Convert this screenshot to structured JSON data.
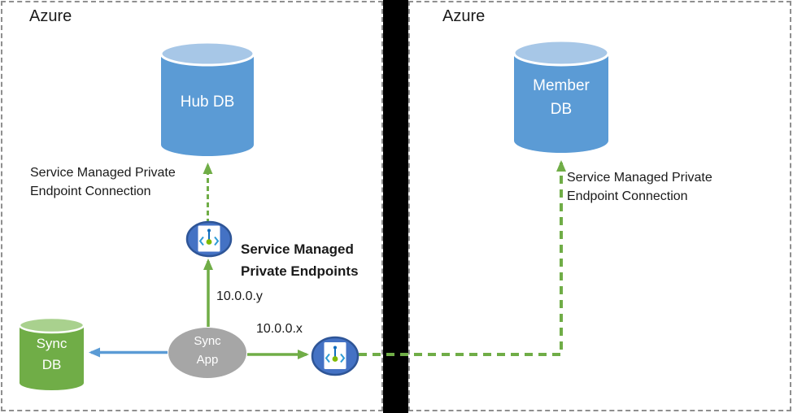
{
  "diagram": {
    "regions": {
      "left": {
        "label": "Azure"
      },
      "right": {
        "label": "Azure"
      }
    },
    "nodes": {
      "hub_db": {
        "label": "Hub DB",
        "type": "database"
      },
      "member_db": {
        "label": "Member\nDB",
        "type": "database"
      },
      "sync_db": {
        "label": "Sync\nDB",
        "type": "database"
      },
      "sync_app": {
        "label": "Sync\nApp",
        "type": "application"
      },
      "private_endpoint_hub": {
        "icon": "private-endpoint-icon"
      },
      "private_endpoint_member": {
        "icon": "private-endpoint-icon"
      }
    },
    "labels": {
      "connection_left": "Service Managed Private\nEndpoint Connection",
      "connection_right": "Service Managed Private\nEndpoint Connection",
      "endpoints_title": "Service Managed\nPrivate Endpoints",
      "ip_y": "10.0.0.y",
      "ip_x": "10.0.0.x"
    },
    "colors": {
      "db_blue": "#5B9BD5",
      "db_blue_top": "#A7C7E7",
      "db_green": "#70AD47",
      "db_green_top": "#A9D18E",
      "app_gray": "#A6A6A6",
      "endpoint_fill": "#4472C4",
      "endpoint_stroke": "#2E5597",
      "arrow_green": "#70AD47",
      "arrow_blue": "#5B9BD5",
      "divider_black": "#000000"
    }
  }
}
